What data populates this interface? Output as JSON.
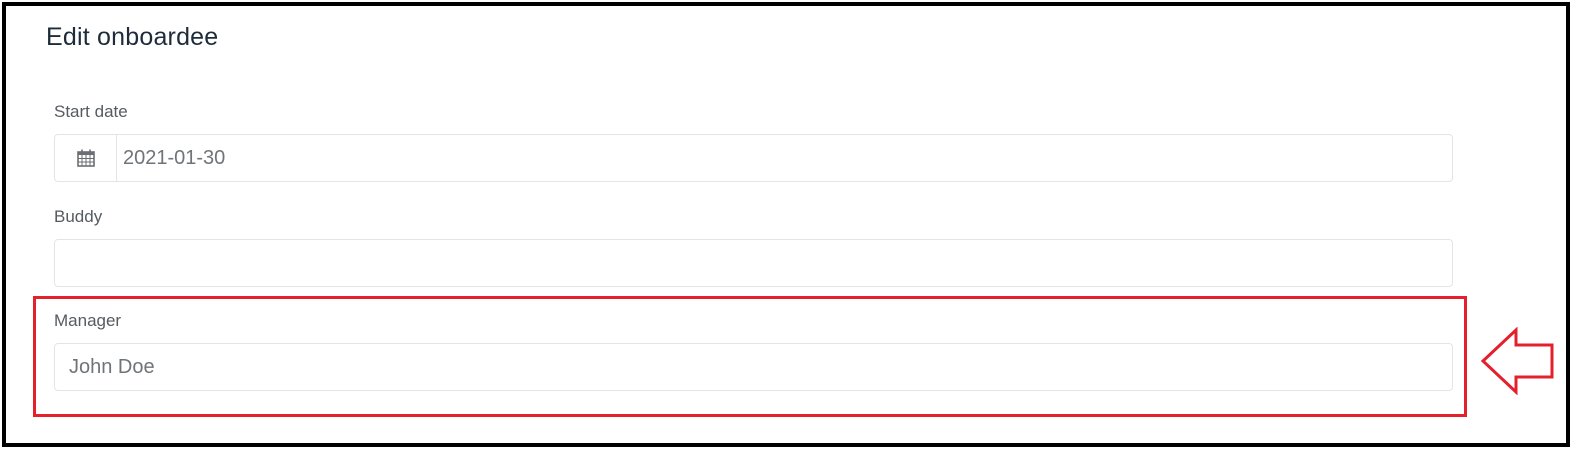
{
  "form": {
    "title": "Edit onboardee",
    "start_date": {
      "label": "Start date",
      "value": "2021-01-30",
      "icon": "calendar-icon"
    },
    "buddy": {
      "label": "Buddy",
      "value": ""
    },
    "manager": {
      "label": "Manager",
      "value": "John Doe"
    }
  },
  "annotation": {
    "highlight_color": "#e3202b",
    "arrow_direction": "left",
    "arrow_icon": "left-arrow-icon"
  }
}
